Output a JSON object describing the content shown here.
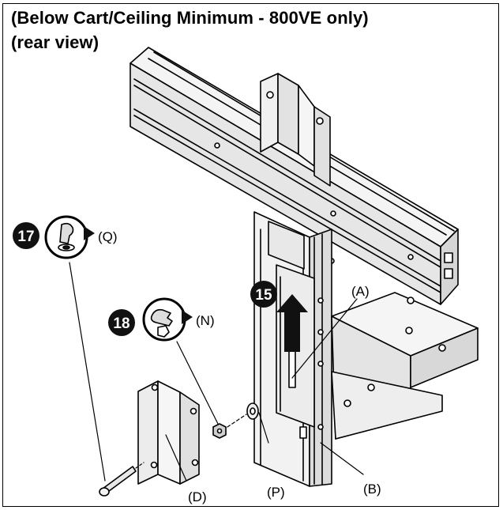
{
  "title": {
    "line1": "(Below Cart/Ceiling Minimum - 800VE only)",
    "line2": "(rear view)"
  },
  "steps": {
    "s15": "15",
    "s17": "17",
    "s18": "18"
  },
  "labels": {
    "A": "(A)",
    "B": "(B)",
    "D": "(D)",
    "P": "(P)",
    "Q": "(Q)",
    "N": "(N)"
  },
  "icons": {
    "screw_turn": "screw-rotate-clockwise-icon",
    "nut_turn": "wrench-rotate-clockwise-icon",
    "arrow_up": "arrow-up-icon"
  },
  "colors": {
    "line": "#000000",
    "fill_light": "#f2f2f2",
    "fill_mid": "#d9d9d9",
    "fill_dark": "#1a1a1a"
  }
}
